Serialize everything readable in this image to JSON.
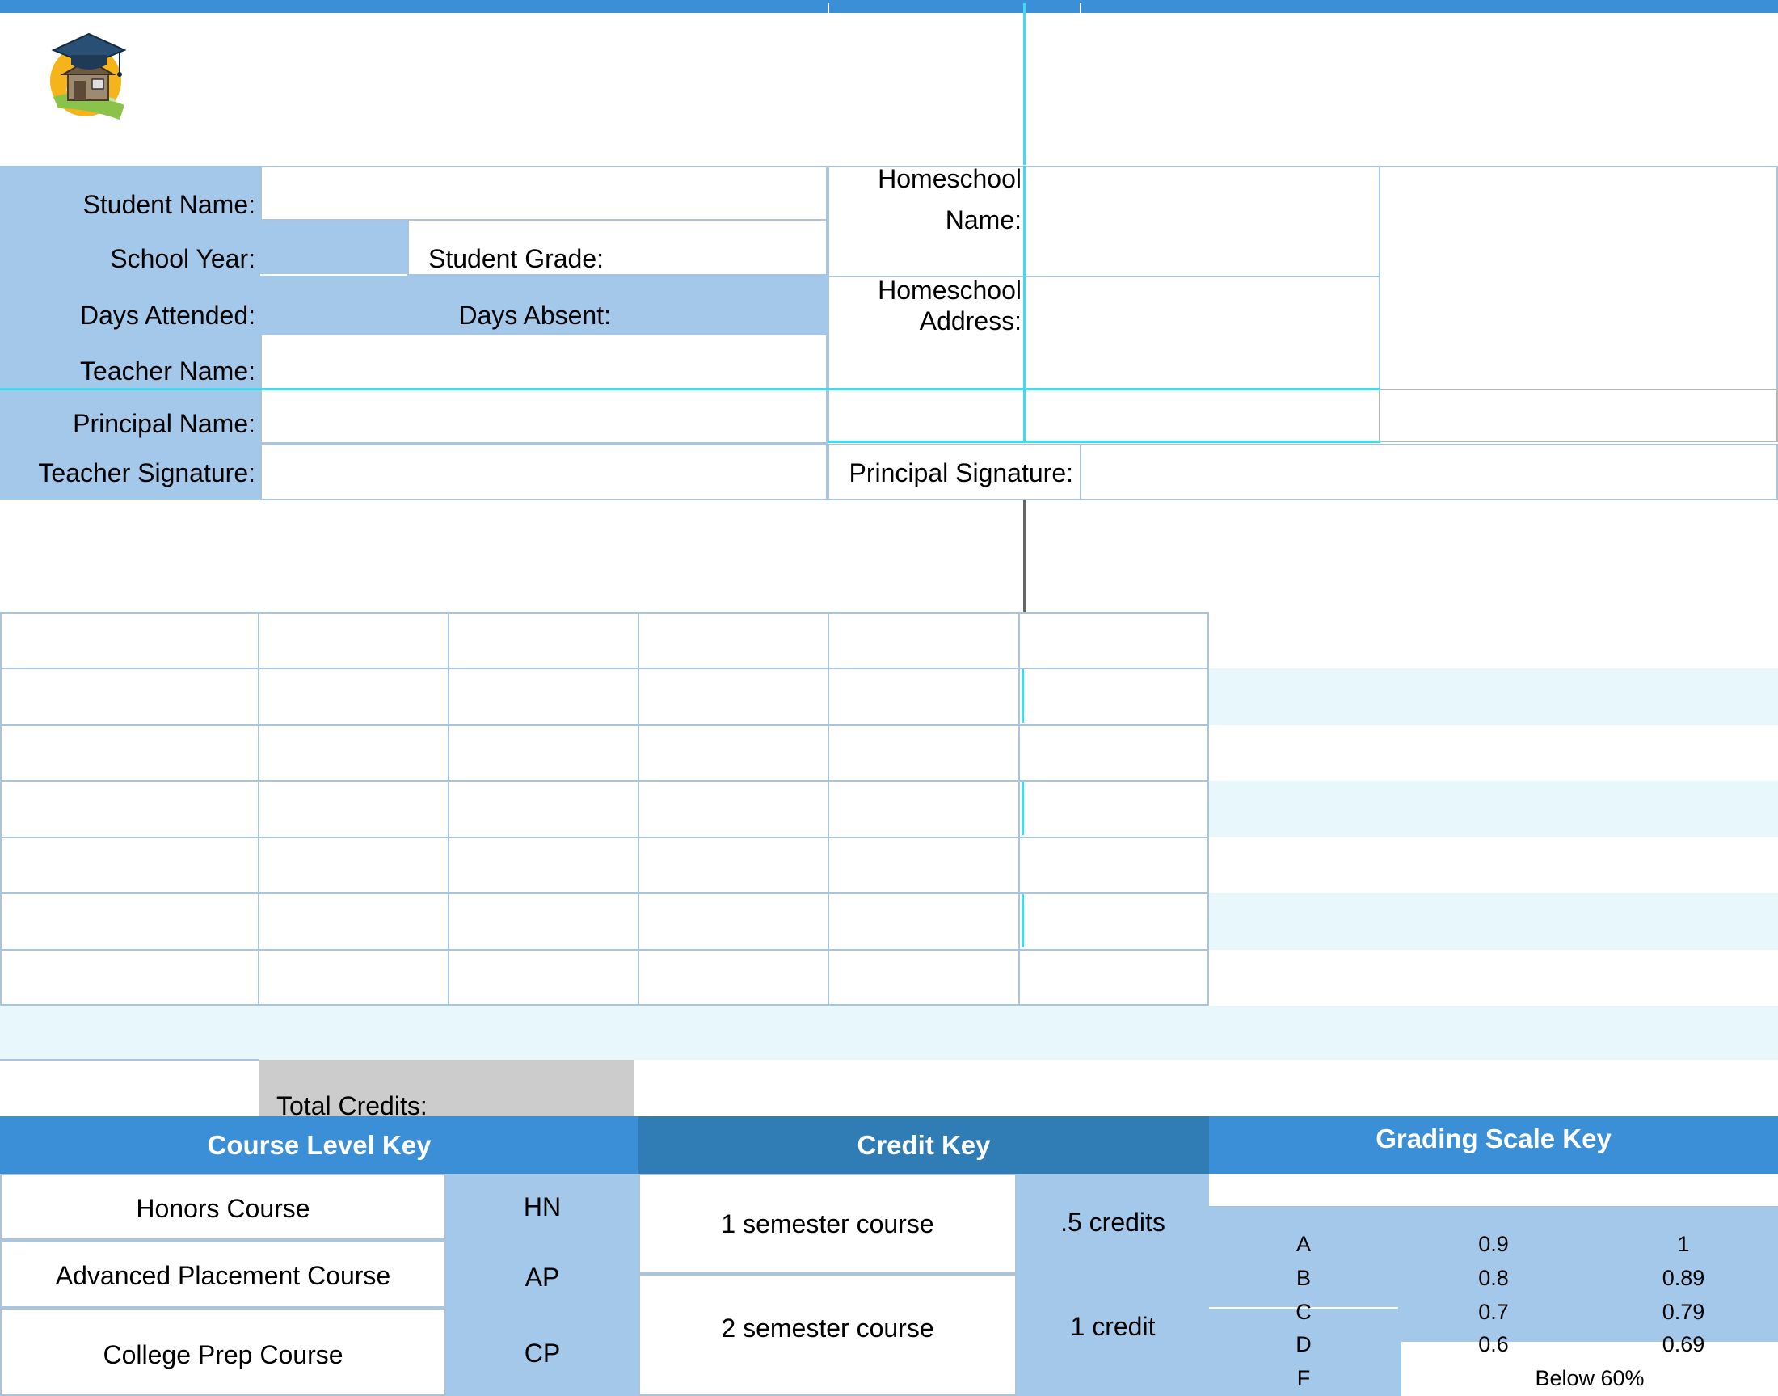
{
  "form": {
    "student_name_label": "Student Name:",
    "school_year_label": "School Year:",
    "student_grade_label": "Student Grade:",
    "days_attended_label": "Days Attended:",
    "days_absent_label": "Days Absent:",
    "teacher_name_label": "Teacher Name:",
    "principal_name_label": "Principal Name:",
    "teacher_signature_label": "Teacher Signature:",
    "principal_signature_label": "Principal Signature:",
    "homeschool_name_label_1": "Homeschool",
    "homeschool_name_label_2": "Name:",
    "homeschool_address_label_1": "Homeschool",
    "homeschool_address_label_2": "Address:"
  },
  "totals": {
    "total_credits_label": "Total Credits:"
  },
  "course_level_key": {
    "title": "Course Level Key",
    "rows": [
      {
        "name": "Honors Course",
        "code": "HN"
      },
      {
        "name": "Advanced Placement Course",
        "code": "AP"
      },
      {
        "name": "College Prep Course",
        "code": "CP"
      }
    ]
  },
  "credit_key": {
    "title": "Credit Key",
    "rows": [
      {
        "name": "1 semester course",
        "credits": ".5 credits"
      },
      {
        "name": "2 semester course",
        "credits": "1 credit"
      }
    ]
  },
  "grading_scale_key": {
    "title": "Grading Scale Key",
    "rows": [
      {
        "grade": "A",
        "min": "0.9",
        "max": "1"
      },
      {
        "grade": "B",
        "min": "0.8",
        "max": "0.89"
      },
      {
        "grade": "C",
        "min": "0.7",
        "max": "0.79"
      },
      {
        "grade": "D",
        "min": "0.6",
        "max": "0.69"
      },
      {
        "grade": "F",
        "range": "Below 60%"
      }
    ]
  },
  "colors": {
    "top_bar": "#3b8fd6",
    "label_fill": "#a4c8ea",
    "header_fill": "#3b8fd6",
    "credit_header_fill": "#2f7db4",
    "stripe": "#e8f7fc",
    "total_fill": "#cccccc"
  },
  "icons": {
    "logo": "schoolhouse-graduation-cap-icon"
  }
}
